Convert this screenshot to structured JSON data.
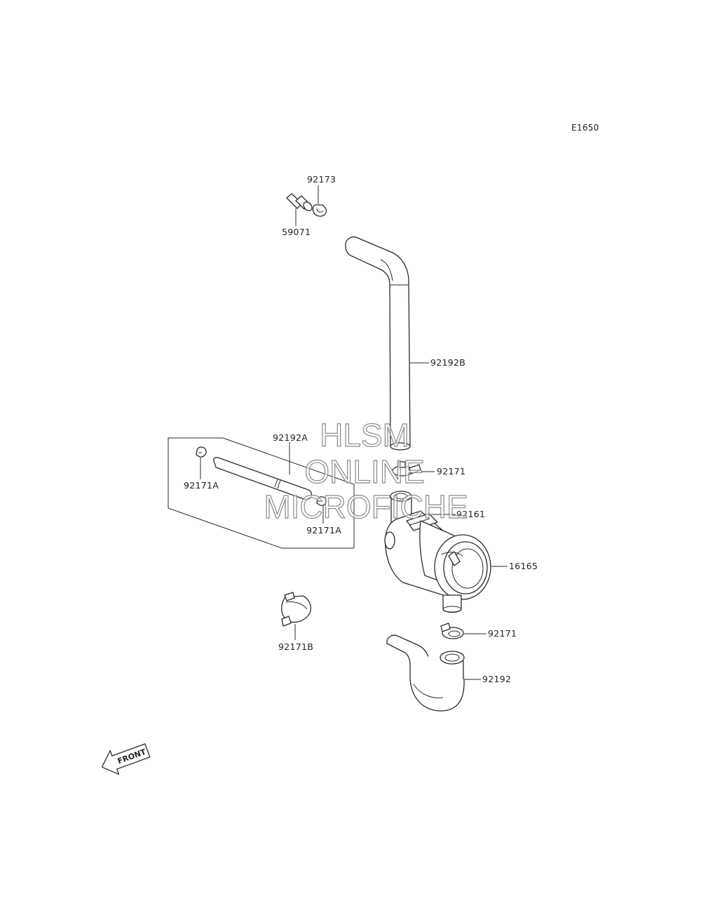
{
  "diagram": {
    "ref_code": "E1650",
    "parts": {
      "p59071": "59071",
      "p92173": "92173",
      "p92192B": "92192B",
      "p92192A": "92192A",
      "p92171A_1": "92171A",
      "p92171A_2": "92171A",
      "p92171_top": "92171",
      "p92161": "92161",
      "p16165": "16165",
      "p92171B": "92171B",
      "p92171_bottom": "92171",
      "p92192": "92192"
    },
    "front_label": "FRONT"
  },
  "watermark": {
    "line1": "HLSM",
    "line2": "ONLINE",
    "line3": "MICROFICHE"
  }
}
